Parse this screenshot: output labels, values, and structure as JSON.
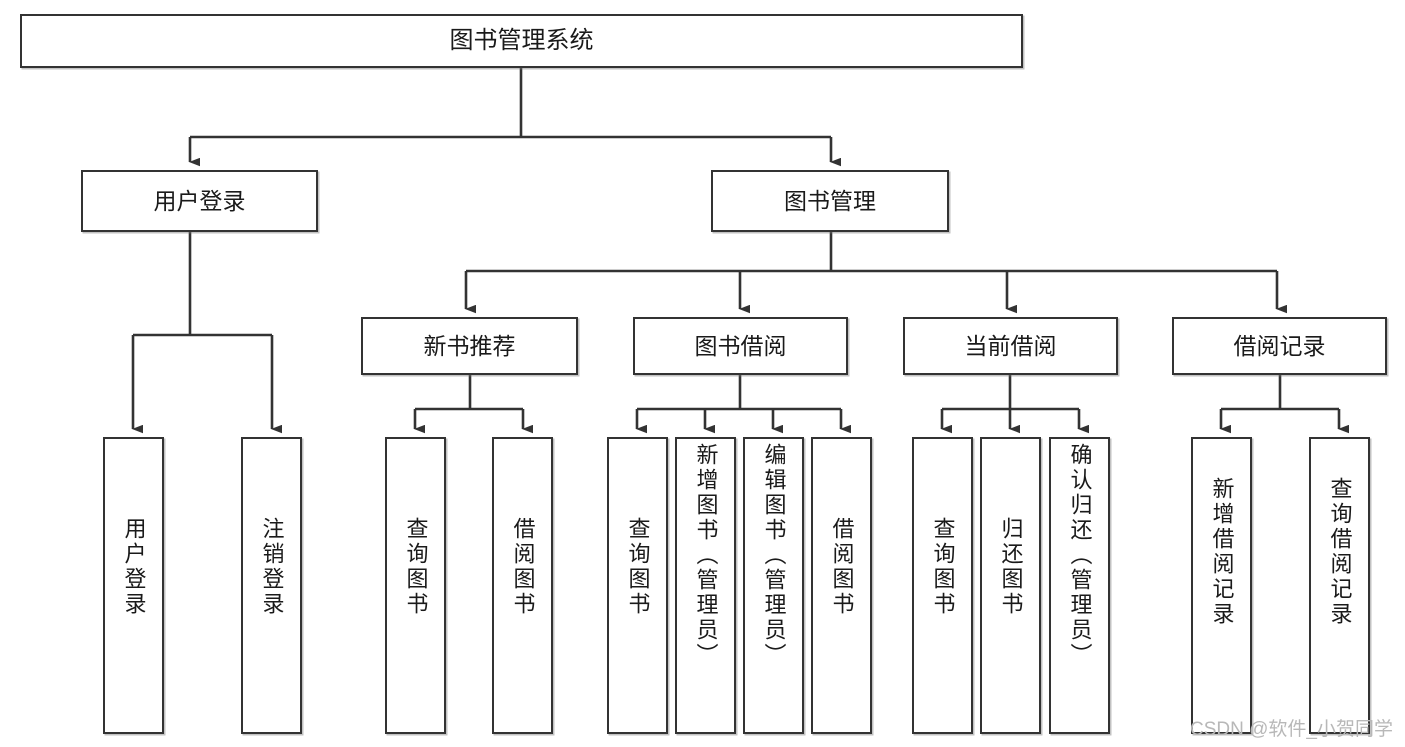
{
  "diagram": {
    "title": "图书管理系统",
    "type": "tree",
    "watermark": "CSDN @软件_小贺同学",
    "colors": {
      "node_border": "#333333",
      "node_fill": "#ffffff",
      "edge": "#333333",
      "text": "#1a1a1a",
      "watermark": "#b8b8b8",
      "background": "#ffffff"
    },
    "nodes": {
      "root": {
        "label": "图书管理系统"
      },
      "level2": [
        {
          "id": "user-login",
          "label": "用户登录"
        },
        {
          "id": "book-manage",
          "label": "图书管理"
        }
      ],
      "level3": [
        {
          "id": "new-book-recommend",
          "label": "新书推荐"
        },
        {
          "id": "book-borrow",
          "label": "图书借阅"
        },
        {
          "id": "current-borrow",
          "label": "当前借阅"
        },
        {
          "id": "borrow-record",
          "label": "借阅记录"
        }
      ],
      "leaves": {
        "user-login": [
          {
            "id": "leaf-user-login",
            "label": "用户登录"
          },
          {
            "id": "leaf-logout",
            "label": "注销登录"
          }
        ],
        "new-book-recommend": [
          {
            "id": "leaf-query-book-1",
            "label": "查询图书"
          },
          {
            "id": "leaf-borrow-book-1",
            "label": "借阅图书"
          }
        ],
        "book-borrow": [
          {
            "id": "leaf-query-book-2",
            "label": "查询图书"
          },
          {
            "id": "leaf-add-book",
            "label": "新增图书（管理员）"
          },
          {
            "id": "leaf-edit-book",
            "label": "编辑图书（管理员）"
          },
          {
            "id": "leaf-borrow-book-2",
            "label": "借阅图书"
          }
        ],
        "current-borrow": [
          {
            "id": "leaf-query-book-3",
            "label": "查询图书"
          },
          {
            "id": "leaf-return-book",
            "label": "归还图书"
          },
          {
            "id": "leaf-confirm-return",
            "label": "确认归还（管理员）"
          }
        ],
        "borrow-record": [
          {
            "id": "leaf-add-record",
            "label": "新增借阅记录"
          },
          {
            "id": "leaf-query-record",
            "label": "查询借阅记录"
          }
        ]
      }
    }
  }
}
